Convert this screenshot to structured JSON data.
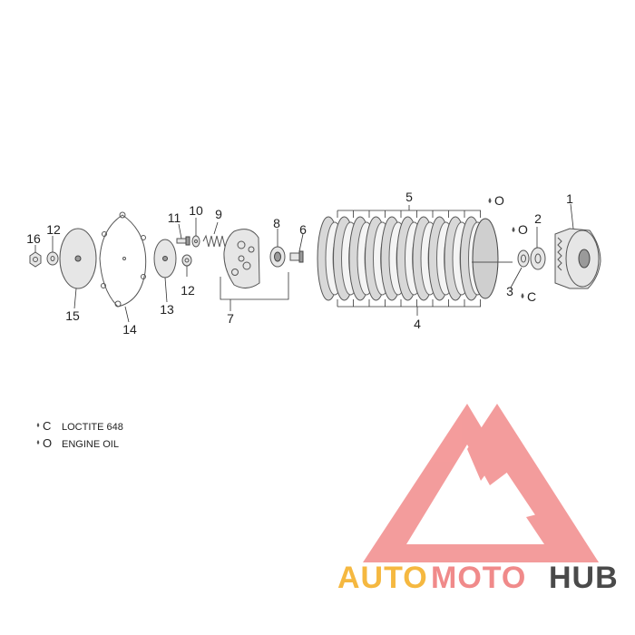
{
  "callouts": {
    "c1": "1",
    "c2": "2",
    "c3": "3",
    "c4": "4",
    "c5": "5",
    "c6": "6",
    "c7": "7",
    "c8": "8",
    "c9": "9",
    "c10": "10",
    "c11": "11",
    "c12a": "12",
    "c12b": "12",
    "c13": "13",
    "c14": "14",
    "c15": "15",
    "c16": "16"
  },
  "lube_marks": {
    "oil_plates": "O",
    "oil_spacer": "O",
    "loctite_hub": "C"
  },
  "legend": [
    {
      "symbol": "C",
      "text": "LOCTITE 648"
    },
    {
      "symbol": "O",
      "text": "ENGINE OIL"
    }
  ],
  "watermark": {
    "brand_part1": "AUTO",
    "brand_part2": "MOTO",
    "brand_part3": "HUB",
    "color_part1": "#f5b840",
    "color_part2": "#f08a8a",
    "color_part3": "#4a4a4a",
    "logo_color": "#f28b8b"
  }
}
